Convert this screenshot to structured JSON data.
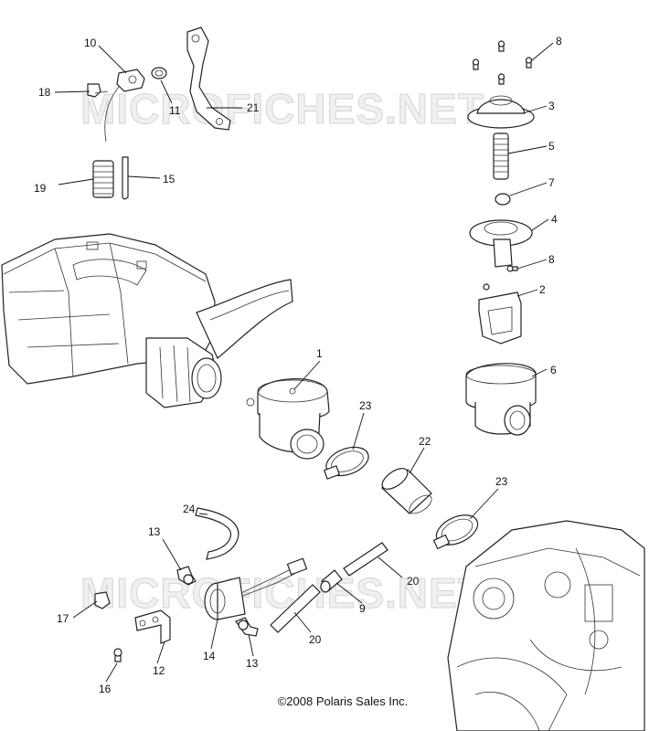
{
  "watermark": "MICROFICHES.NET",
  "copyright": "©2008 Polaris Sales Inc.",
  "callouts": [
    {
      "id": "c1",
      "label": "1"
    },
    {
      "id": "c2",
      "label": "2"
    },
    {
      "id": "c3",
      "label": "3"
    },
    {
      "id": "c4",
      "label": "4"
    },
    {
      "id": "c5",
      "label": "5"
    },
    {
      "id": "c6",
      "label": "6"
    },
    {
      "id": "c7",
      "label": "7"
    },
    {
      "id": "c8a",
      "label": "8"
    },
    {
      "id": "c8b",
      "label": "8"
    },
    {
      "id": "c9",
      "label": "9"
    },
    {
      "id": "c10",
      "label": "10"
    },
    {
      "id": "c11",
      "label": "11"
    },
    {
      "id": "c12",
      "label": "12"
    },
    {
      "id": "c13a",
      "label": "13"
    },
    {
      "id": "c13b",
      "label": "13"
    },
    {
      "id": "c14",
      "label": "14"
    },
    {
      "id": "c15",
      "label": "15"
    },
    {
      "id": "c16",
      "label": "16"
    },
    {
      "id": "c17",
      "label": "17"
    },
    {
      "id": "c18",
      "label": "18"
    },
    {
      "id": "c19",
      "label": "19"
    },
    {
      "id": "c20a",
      "label": "20"
    },
    {
      "id": "c20b",
      "label": "20"
    },
    {
      "id": "c21",
      "label": "21"
    },
    {
      "id": "c22",
      "label": "22"
    },
    {
      "id": "c23a",
      "label": "23"
    },
    {
      "id": "c23b",
      "label": "23"
    },
    {
      "id": "c24",
      "label": "24"
    }
  ]
}
